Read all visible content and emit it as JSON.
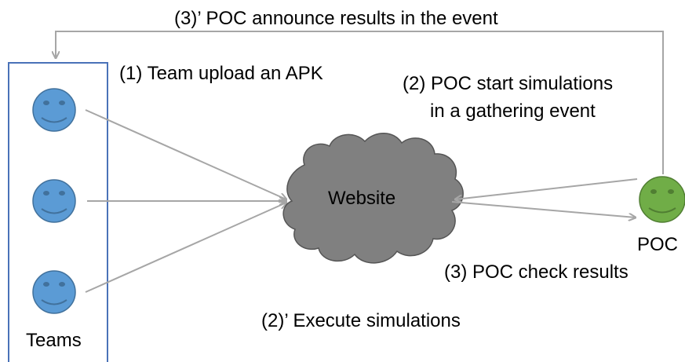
{
  "labels": {
    "announce_results": "(3)’ POC announce results in the event",
    "team_upload": "(1) Team upload an APK",
    "poc_start_line1": "(2) POC start simulations",
    "poc_start_line2": "in a gathering event",
    "website": "Website",
    "poc": "POC",
    "poc_check": "(3) POC check results",
    "execute_simulations": "(2)’ Execute simulations",
    "teams": "Teams"
  },
  "colors": {
    "teams_box_border": "#4a72b8",
    "team_face_fill": "#5b9bd5",
    "team_face_stroke": "#41719c",
    "poc_face_fill": "#70ad47",
    "poc_face_stroke": "#507e32",
    "cloud_fill": "#808080",
    "cloud_stroke": "#555555",
    "arrow": "#a6a6a6",
    "text": "#000000"
  },
  "icons": {
    "team_member": "smiley-face-icon",
    "poc": "smiley-face-icon",
    "website": "cloud-icon"
  }
}
